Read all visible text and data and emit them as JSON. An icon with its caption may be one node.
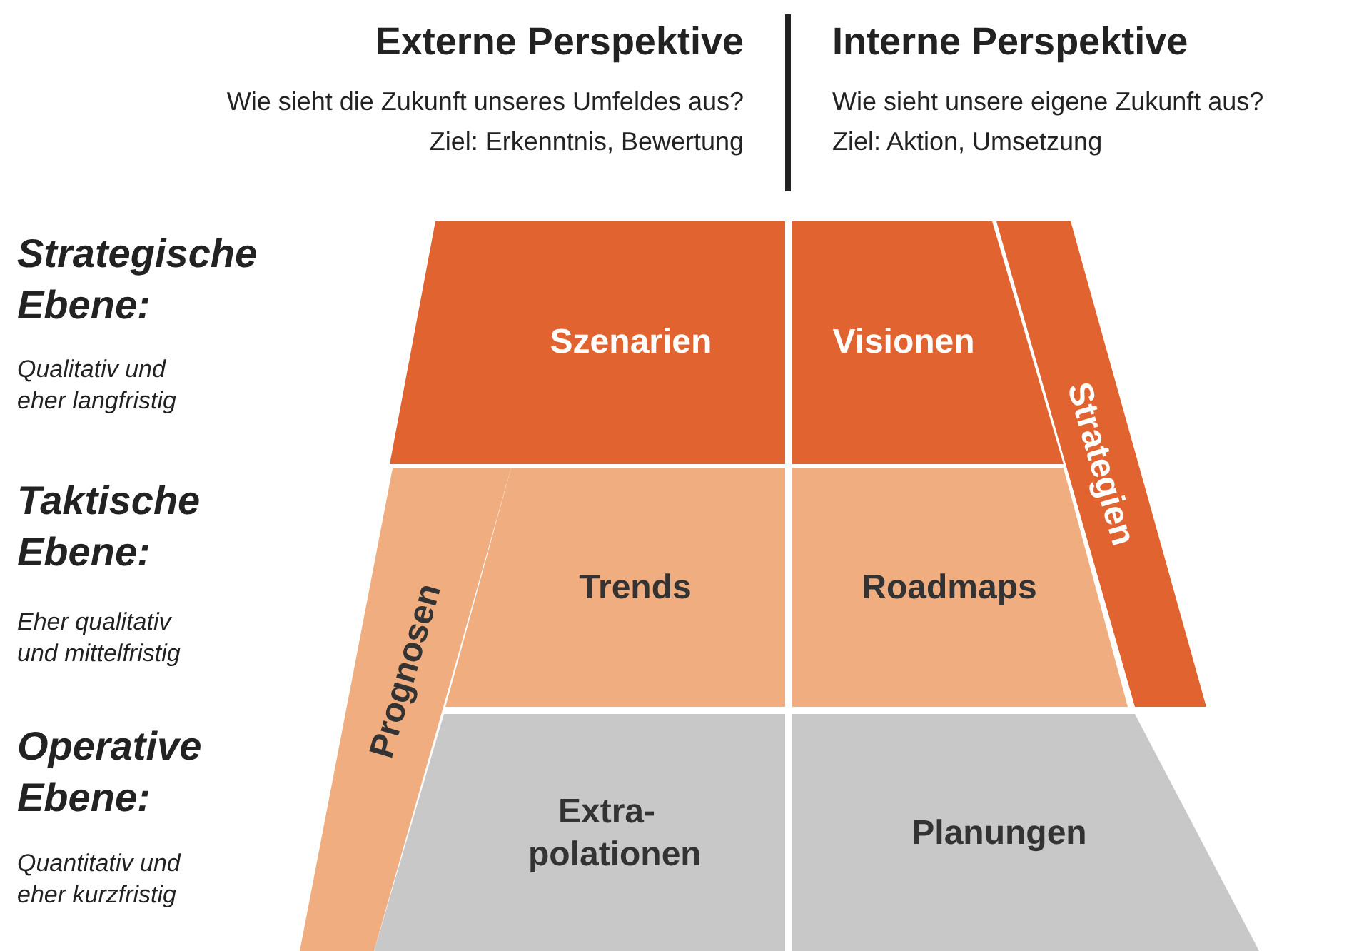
{
  "diagram": {
    "nodes": [
      {
        "text": [
          "Szenarien"
        ]
      },
      {
        "text": [
          "Visionen"
        ]
      },
      {
        "text": [
          "Strategien"
        ]
      },
      {
        "text": [
          "Prognosen"
        ]
      },
      {
        "text": [
          "Trends"
        ]
      },
      {
        "text": [
          "Roadmaps"
        ]
      },
      {
        "text": [
          "Extra- polationen"
        ]
      },
      {
        "text": [
          "Planungen"
        ]
      }
    ],
    "labels": [
      "Externe Perspektive",
      "Wie sieht die Zukunft unseres Umfeldes aus?",
      "Ziel: Erkenntnis, Bewertung",
      "Interne Perspektive",
      "Wie sieht unsere eigene Zukunft aus?",
      "Ziel: Aktion, Umsetzung",
      "Strategische Ebene:",
      "Qualitativ und eher langfristig",
      "Taktische Ebene:",
      "Eher qualitativ und mittelfristig",
      "Operative Ebene:",
      "Quantitativ und eher kurzfristig"
    ]
  }
}
